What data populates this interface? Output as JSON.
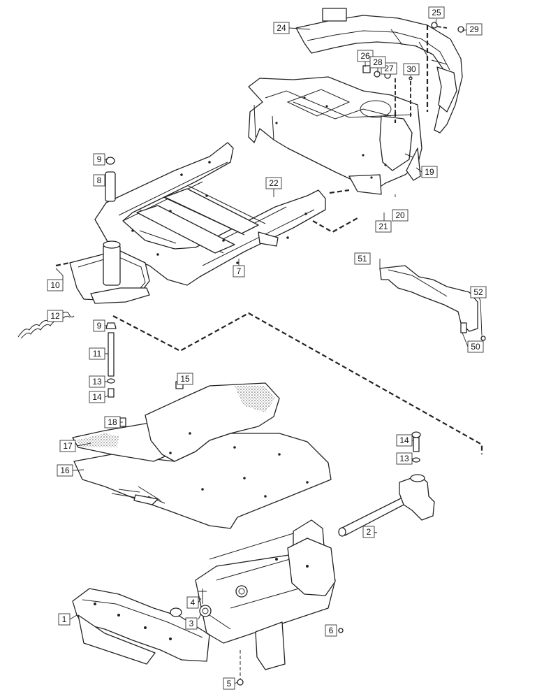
{
  "callouts": [
    {
      "n": "1"
    },
    {
      "n": "2"
    },
    {
      "n": "3"
    },
    {
      "n": "4"
    },
    {
      "n": "5"
    },
    {
      "n": "6"
    },
    {
      "n": "7"
    },
    {
      "n": "8"
    },
    {
      "n": "9"
    },
    {
      "n": "9"
    },
    {
      "n": "10"
    },
    {
      "n": "11"
    },
    {
      "n": "12"
    },
    {
      "n": "13"
    },
    {
      "n": "13"
    },
    {
      "n": "14"
    },
    {
      "n": "14"
    },
    {
      "n": "15"
    },
    {
      "n": "16"
    },
    {
      "n": "17"
    },
    {
      "n": "18"
    },
    {
      "n": "19"
    },
    {
      "n": "20"
    },
    {
      "n": "21"
    },
    {
      "n": "22"
    },
    {
      "n": "24"
    },
    {
      "n": "25"
    },
    {
      "n": "26"
    },
    {
      "n": "27"
    },
    {
      "n": "28"
    },
    {
      "n": "29"
    },
    {
      "n": "30"
    },
    {
      "n": "50"
    },
    {
      "n": "51"
    },
    {
      "n": "52"
    }
  ]
}
